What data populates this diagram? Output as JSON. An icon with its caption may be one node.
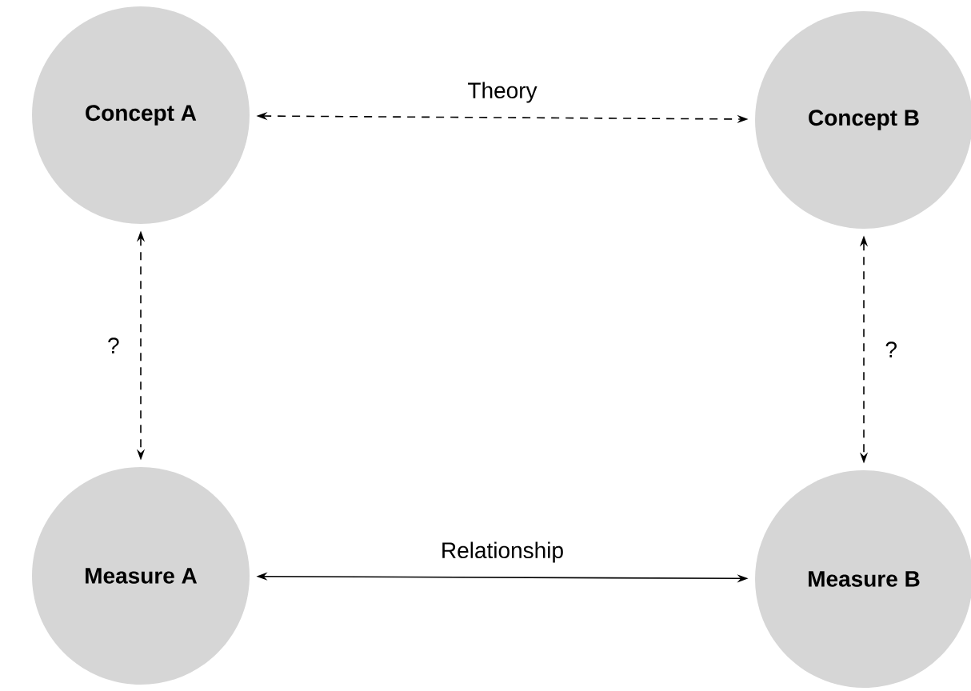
{
  "diagram": {
    "nodes": [
      {
        "text": [
          "Concept A"
        ]
      },
      {
        "text": [
          "Concept B"
        ]
      },
      {
        "text": [
          "Measure A"
        ]
      },
      {
        "text": [
          "Measure B"
        ]
      }
    ],
    "edges": [
      {
        "from": 0,
        "to": 1,
        "arrow": "both",
        "style": "dashed",
        "label": "Theory"
      },
      {
        "from": 0,
        "to": 2,
        "arrow": "both",
        "style": "dashed",
        "label": "?"
      },
      {
        "from": 1,
        "to": 3,
        "arrow": "both",
        "style": "dashed",
        "label": "?"
      },
      {
        "from": 2,
        "to": 3,
        "arrow": "both",
        "label": "Relationship"
      }
    ]
  }
}
